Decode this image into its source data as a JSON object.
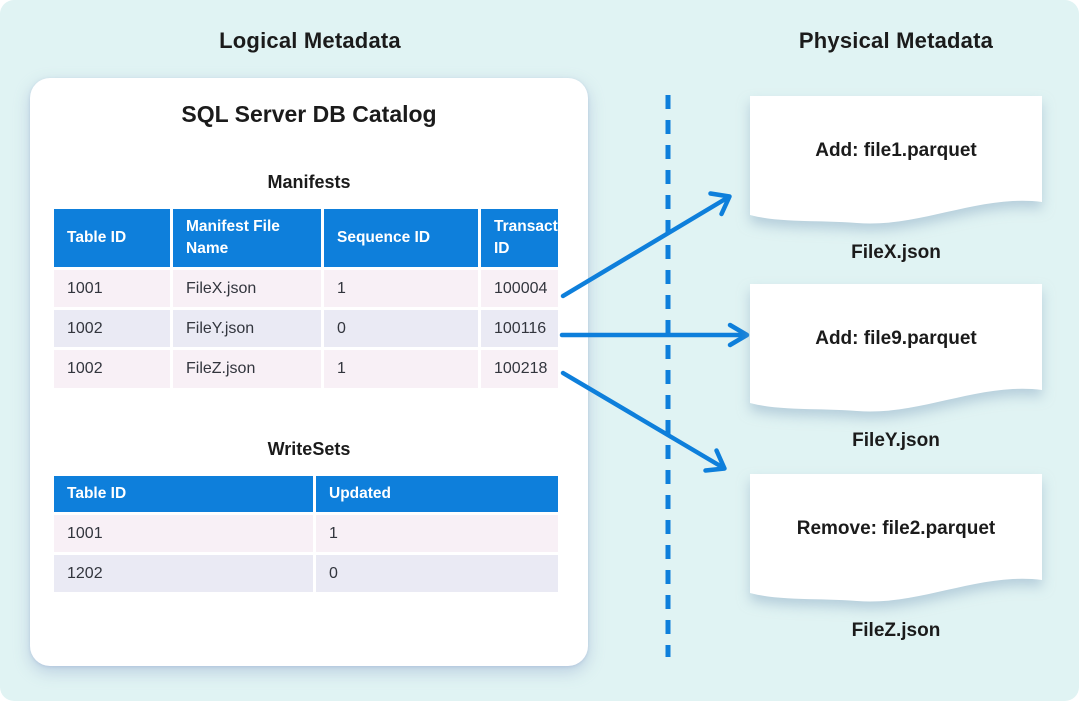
{
  "headings": {
    "logical": "Logical Metadata",
    "physical": "Physical Metadata"
  },
  "catalog": {
    "title": "SQL Server DB Catalog",
    "manifests": {
      "title": "Manifests",
      "columns": [
        "Table ID",
        "Manifest File Name",
        "Sequence ID",
        "Transaction ID"
      ],
      "rows": [
        [
          "1001",
          "FileX.json",
          "1",
          "100004"
        ],
        [
          "1002",
          "FileY.json",
          "0",
          "100116"
        ],
        [
          "1002",
          "FileZ.json",
          "1",
          "100218"
        ]
      ]
    },
    "writesets": {
      "title": "WriteSets",
      "columns": [
        "Table ID",
        "Updated"
      ],
      "rows": [
        [
          "1001",
          "1"
        ],
        [
          "1202",
          "0"
        ]
      ]
    }
  },
  "documents": [
    {
      "text": "Add: file1.parquet",
      "label": "FileX.json"
    },
    {
      "text": "Add: file9.parquet",
      "label": "FileY.json"
    },
    {
      "text": "Remove: file2.parquet",
      "label": "FileZ.json"
    }
  ],
  "colors": {
    "accent": "#0E7FDB",
    "canvas-bg": "#E0F3F3",
    "row-pink": "#F8F0F6",
    "row-lavender": "#EAEAF4",
    "cell-text": "#32353D",
    "heading-text": "#1B1B1B"
  }
}
